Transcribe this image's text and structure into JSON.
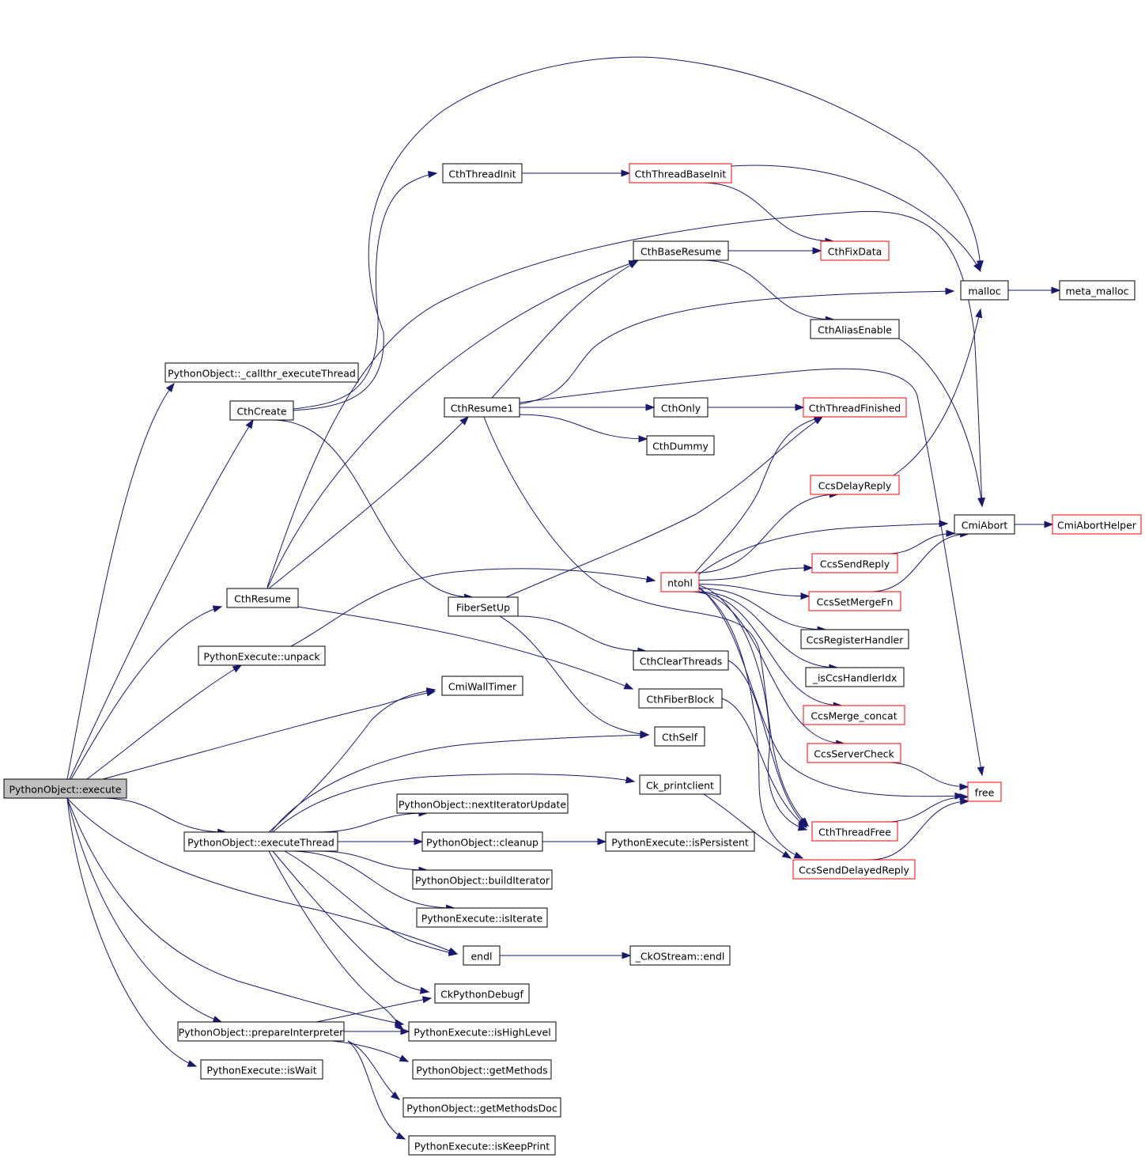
{
  "colors": {
    "edge": "#191970",
    "node_border": "#000000",
    "node_border_highlight": "#ff0000",
    "root_fill": "#bfbfbf",
    "node_fill": "#ffffff"
  },
  "nodes": {
    "execute": {
      "label": "PythonObject::execute",
      "style": "root"
    },
    "callthr": {
      "label": "PythonObject::_callthr_executeThread",
      "style": "normal"
    },
    "cthCreate": {
      "label": "CthCreate",
      "style": "normal"
    },
    "cthResume": {
      "label": "CthResume",
      "style": "normal"
    },
    "unpack": {
      "label": "PythonExecute::unpack",
      "style": "normal"
    },
    "executeThread": {
      "label": "PythonObject::executeThread",
      "style": "normal"
    },
    "prepareInterpreter": {
      "label": "PythonObject::prepareInterpreter",
      "style": "normal"
    },
    "isWait": {
      "label": "PythonExecute::isWait",
      "style": "normal"
    },
    "cthThreadInit": {
      "label": "CthThreadInit",
      "style": "normal"
    },
    "cthResume1": {
      "label": "CthResume1",
      "style": "normal"
    },
    "fiberSetUp": {
      "label": "FiberSetUp",
      "style": "normal"
    },
    "cmiWallTimer": {
      "label": "CmiWallTimer",
      "style": "normal"
    },
    "nextIteratorUpdate": {
      "label": "PythonObject::nextIteratorUpdate",
      "style": "normal"
    },
    "cleanup": {
      "label": "PythonObject::cleanup",
      "style": "normal"
    },
    "buildIterator": {
      "label": "PythonObject::buildIterator",
      "style": "normal"
    },
    "isIterate": {
      "label": "PythonExecute::isIterate",
      "style": "normal"
    },
    "endl": {
      "label": "endl",
      "style": "normal"
    },
    "ckPythonDebugf": {
      "label": "CkPythonDebugf",
      "style": "normal"
    },
    "isHighLevel": {
      "label": "PythonExecute::isHighLevel",
      "style": "normal"
    },
    "getMethods": {
      "label": "PythonObject::getMethods",
      "style": "normal"
    },
    "getMethodsDoc": {
      "label": "PythonObject::getMethodsDoc",
      "style": "normal"
    },
    "isKeepPrint": {
      "label": "PythonExecute::isKeepPrint",
      "style": "normal"
    },
    "cthThreadBaseInit": {
      "label": "CthThreadBaseInit",
      "style": "highlight"
    },
    "cthBaseResume": {
      "label": "CthBaseResume",
      "style": "normal"
    },
    "cthOnly": {
      "label": "CthOnly",
      "style": "normal"
    },
    "cthDummy": {
      "label": "CthDummy",
      "style": "normal"
    },
    "ntohl": {
      "label": "ntohl",
      "style": "highlight"
    },
    "cthClearThreads": {
      "label": "CthClearThreads",
      "style": "normal"
    },
    "cthFiberBlock": {
      "label": "CthFiberBlock",
      "style": "normal"
    },
    "cthSelf": {
      "label": "CthSelf",
      "style": "normal"
    },
    "ckPrintclient": {
      "label": "Ck_printclient",
      "style": "normal"
    },
    "isPersistent": {
      "label": "PythonExecute::isPersistent",
      "style": "normal"
    },
    "ckOStreamEndl": {
      "label": "_CkOStream::endl",
      "style": "normal"
    },
    "cthFixData": {
      "label": "CthFixData",
      "style": "highlight"
    },
    "cthAliasEnable": {
      "label": "CthAliasEnable",
      "style": "normal"
    },
    "cthThreadFinished": {
      "label": "CthThreadFinished",
      "style": "highlight"
    },
    "ccsDelayReply": {
      "label": "CcsDelayReply",
      "style": "highlight"
    },
    "ccsSendReply": {
      "label": "CcsSendReply",
      "style": "highlight"
    },
    "ccsSetMergeFn": {
      "label": "CcsSetMergeFn",
      "style": "highlight"
    },
    "ccsRegisterHandler": {
      "label": "CcsRegisterHandler",
      "style": "normal"
    },
    "isCcsHandlerIdx": {
      "label": "_isCcsHandlerIdx",
      "style": "normal"
    },
    "ccsMergeConcat": {
      "label": "CcsMerge_concat",
      "style": "highlight"
    },
    "ccsServerCheck": {
      "label": "CcsServerCheck",
      "style": "highlight"
    },
    "cthThreadFree": {
      "label": "CthThreadFree",
      "style": "highlight"
    },
    "ccsSendDelayedReply": {
      "label": "CcsSendDelayedReply",
      "style": "highlight"
    },
    "malloc": {
      "label": "malloc",
      "style": "normal"
    },
    "metaMalloc": {
      "label": "meta_malloc",
      "style": "normal"
    },
    "cmiAbort": {
      "label": "CmiAbort",
      "style": "normal"
    },
    "cmiAbortHelper": {
      "label": "CmiAbortHelper",
      "style": "highlight"
    },
    "free": {
      "label": "free",
      "style": "highlight"
    }
  },
  "edges": [
    [
      "execute",
      "callthr"
    ],
    [
      "execute",
      "cthCreate"
    ],
    [
      "execute",
      "cthResume"
    ],
    [
      "execute",
      "unpack"
    ],
    [
      "execute",
      "cmiWallTimer"
    ],
    [
      "execute",
      "executeThread"
    ],
    [
      "execute",
      "endl"
    ],
    [
      "execute",
      "isHighLevel"
    ],
    [
      "execute",
      "prepareInterpreter"
    ],
    [
      "execute",
      "isWait"
    ],
    [
      "cthCreate",
      "cthThreadInit"
    ],
    [
      "cthCreate",
      "malloc"
    ],
    [
      "cthCreate",
      "fiberSetUp"
    ],
    [
      "cthThreadInit",
      "cthThreadBaseInit"
    ],
    [
      "cthThreadBaseInit",
      "cthFixData"
    ],
    [
      "cthThreadBaseInit",
      "malloc"
    ],
    [
      "cthResume",
      "cthBaseResume"
    ],
    [
      "cthResume",
      "cthResume1"
    ],
    [
      "cthResume",
      "cmiAbort"
    ],
    [
      "cthResume",
      "cthFiberBlock"
    ],
    [
      "cthResume1",
      "cthBaseResume"
    ],
    [
      "cthResume1",
      "cthOnly"
    ],
    [
      "cthResume1",
      "cthDummy"
    ],
    [
      "cthResume1",
      "malloc"
    ],
    [
      "cthResume1",
      "free"
    ],
    [
      "cthResume1",
      "cthThreadFree"
    ],
    [
      "cthBaseResume",
      "cthFixData"
    ],
    [
      "cthBaseResume",
      "cthAliasEnable"
    ],
    [
      "cthAliasEnable",
      "cmiAbort"
    ],
    [
      "cthOnly",
      "cthThreadFinished"
    ],
    [
      "fiberSetUp",
      "cthThreadFinished"
    ],
    [
      "fiberSetUp",
      "cthClearThreads"
    ],
    [
      "fiberSetUp",
      "cthSelf"
    ],
    [
      "cthClearThreads",
      "cthThreadFree"
    ],
    [
      "cthFiberBlock",
      "cthThreadFree"
    ],
    [
      "unpack",
      "ntohl"
    ],
    [
      "ntohl",
      "ccsDelayReply"
    ],
    [
      "ntohl",
      "cmiAbort"
    ],
    [
      "ntohl",
      "ccsSendReply"
    ],
    [
      "ntohl",
      "ccsSetMergeFn"
    ],
    [
      "ntohl",
      "ccsRegisterHandler"
    ],
    [
      "ntohl",
      "isCcsHandlerIdx"
    ],
    [
      "ntohl",
      "ccsMergeConcat"
    ],
    [
      "ntohl",
      "ccsServerCheck"
    ],
    [
      "ntohl",
      "cthThreadFree"
    ],
    [
      "ntohl",
      "ccsSendDelayedReply"
    ],
    [
      "ntohl",
      "cthThreadFinished"
    ],
    [
      "ntohl",
      "free"
    ],
    [
      "ccsDelayReply",
      "malloc"
    ],
    [
      "ccsSendReply",
      "cmiAbort"
    ],
    [
      "ccsSetMergeFn",
      "cmiAbort"
    ],
    [
      "ccsServerCheck",
      "free"
    ],
    [
      "cthThreadFree",
      "free"
    ],
    [
      "ccsSendDelayedReply",
      "free"
    ],
    [
      "malloc",
      "metaMalloc"
    ],
    [
      "cmiAbort",
      "cmiAbortHelper"
    ],
    [
      "executeThread",
      "cmiWallTimer"
    ],
    [
      "executeThread",
      "cthSelf"
    ],
    [
      "executeThread",
      "ckPrintclient"
    ],
    [
      "executeThread",
      "nextIteratorUpdate"
    ],
    [
      "executeThread",
      "cleanup"
    ],
    [
      "executeThread",
      "buildIterator"
    ],
    [
      "executeThread",
      "isIterate"
    ],
    [
      "executeThread",
      "endl"
    ],
    [
      "executeThread",
      "ckPythonDebugf"
    ],
    [
      "executeThread",
      "isHighLevel"
    ],
    [
      "cleanup",
      "isPersistent"
    ],
    [
      "endl",
      "ckOStreamEndl"
    ],
    [
      "ckPrintclient",
      "ccsSendDelayedReply"
    ],
    [
      "prepareInterpreter",
      "ckPythonDebugf"
    ],
    [
      "prepareInterpreter",
      "isHighLevel"
    ],
    [
      "prepareInterpreter",
      "getMethods"
    ],
    [
      "prepareInterpreter",
      "getMethodsDoc"
    ],
    [
      "prepareInterpreter",
      "isKeepPrint"
    ]
  ]
}
